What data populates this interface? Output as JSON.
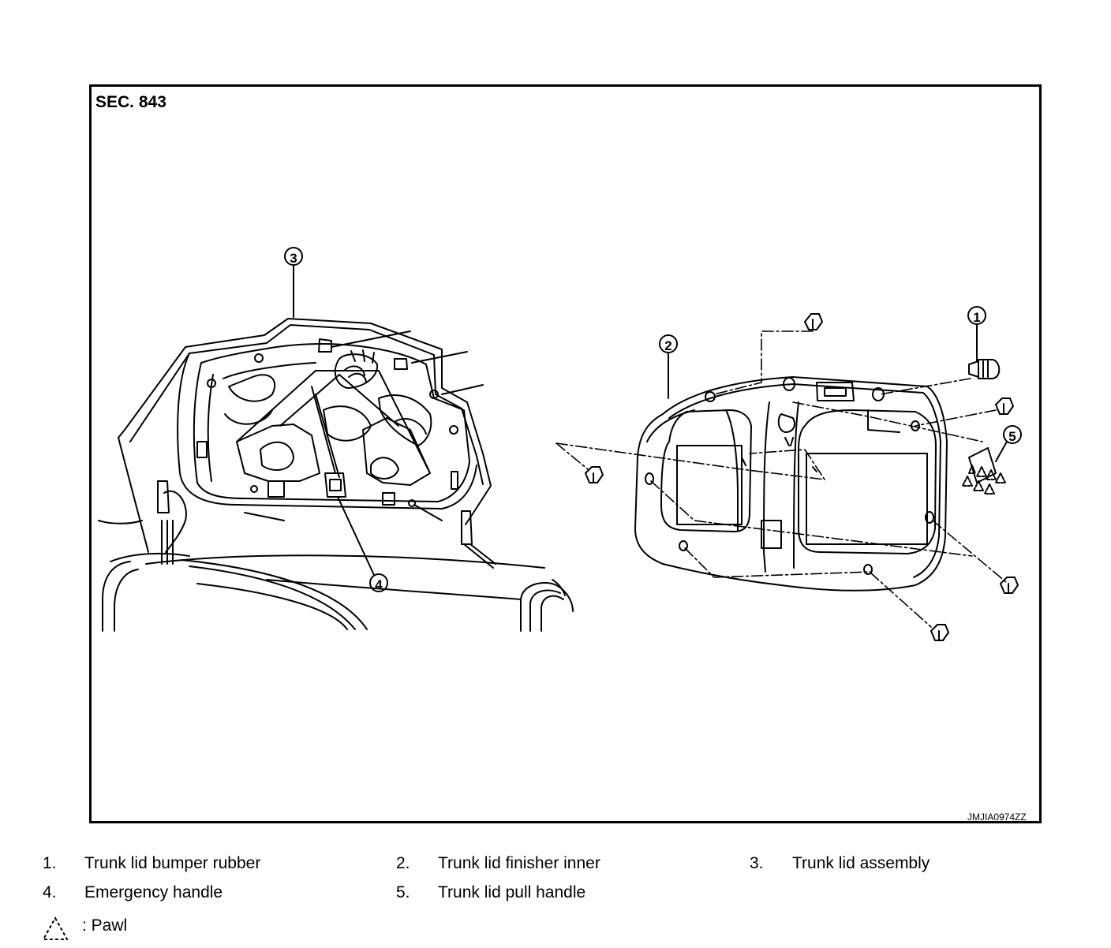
{
  "figure": {
    "section_label": "SEC. 843",
    "image_code": "JMJIA0974ZZ",
    "callouts": [
      {
        "number": "1"
      },
      {
        "number": "2"
      },
      {
        "number": "3"
      },
      {
        "number": "4"
      },
      {
        "number": "5"
      }
    ]
  },
  "legend": {
    "items": [
      {
        "number": "1.",
        "label": "Trunk lid bumper rubber"
      },
      {
        "number": "2.",
        "label": "Trunk lid finisher inner"
      },
      {
        "number": "3.",
        "label": "Trunk lid assembly"
      },
      {
        "number": "4.",
        "label": "Emergency handle"
      },
      {
        "number": "5.",
        "label": "Trunk lid pull handle"
      }
    ],
    "symbol_note": ": Pawl",
    "symbol_icon": "pawl-triangle-icon"
  }
}
